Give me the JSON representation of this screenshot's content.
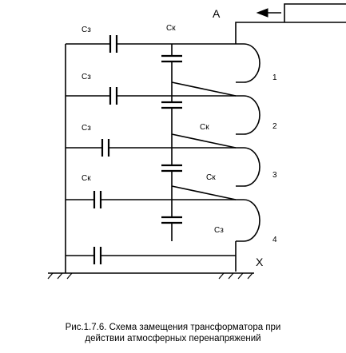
{
  "terminals": {
    "input": "A",
    "ground": "X"
  },
  "capacitor_labels": {
    "top_series": "Cк",
    "left": [
      "Cз",
      "Cз",
      "Cз",
      "Cк"
    ],
    "right": [
      "Cк",
      "Cк",
      "Cз"
    ]
  },
  "turn_labels": [
    "1",
    "2",
    "3",
    "4"
  ],
  "caption": {
    "line1": "Рис.1.7.6. Схема замещения трансформатора при",
    "line2": "действии атмосферных перенапряжений"
  },
  "icons": {
    "input_arrow": "arrow-left-icon",
    "ground": "ground-hatch-icon"
  }
}
